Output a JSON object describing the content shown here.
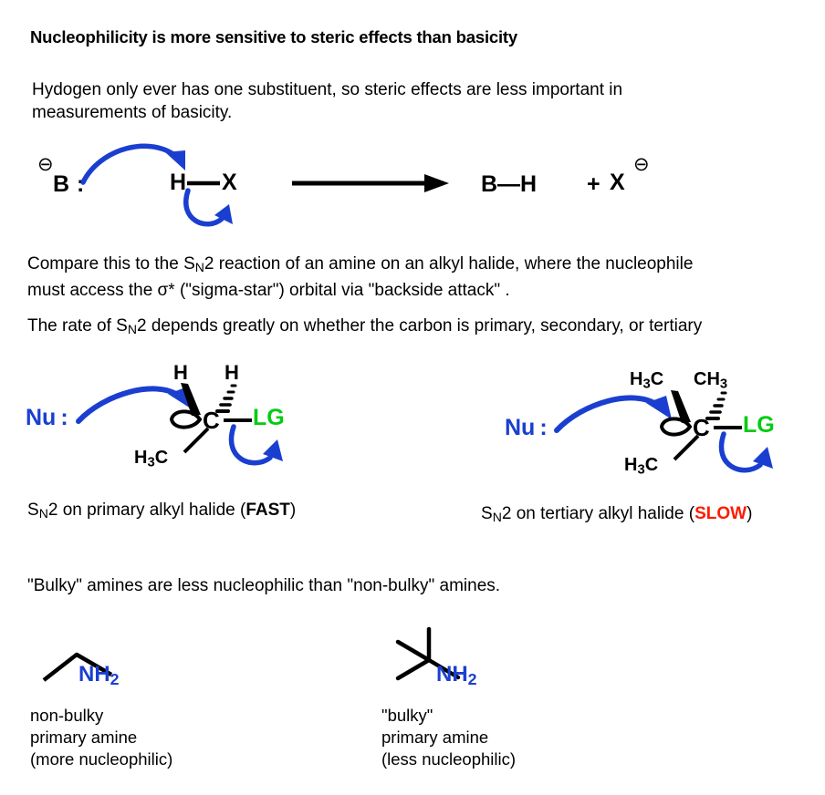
{
  "title": "Nucleophilicity is more sensitive to steric effects than basicity",
  "paragraphs": {
    "intro": "Hydogen only ever has one substituent, so steric effects are less important in\nmeasurements of basicity.",
    "bulky": "\"Bulky\" amines are less nucleophilic than \"non-bulky\" amines."
  },
  "compare": {
    "part1": "Compare this to the S",
    "sub_n": "N",
    "part2": "2 reaction of an amine on an alkyl halide, where the nucleophile",
    "part3": "must access the σ*  (\"sigma-star\") orbital via \"backside attack\" ."
  },
  "rate": {
    "part1": "The rate of S",
    "sub_n": "N",
    "part2": "2 depends greatly on whether the carbon is primary, secondary, or tertiary"
  },
  "scheme1": {
    "base_label": "B",
    "base_charge": "⊖",
    "lone_pair": ":",
    "h_label": "H",
    "x_label": "X",
    "product_bh": "B—H",
    "plus": "+",
    "product_x": "X",
    "product_x_charge": "⊖",
    "arrow": "reaction-arrow"
  },
  "sn2_primary": {
    "nucleophile": "Nu",
    "nucleophile_lone_pair": ":",
    "top_left": "H",
    "top_right": "H",
    "bottom_left_h3": "H",
    "bottom_left_sub": "3",
    "bottom_left_c": "C",
    "center": "C",
    "leaving_group": "LG",
    "caption_part1": "S",
    "caption_sub": "N",
    "caption_part2": "2 on primary alkyl halide (",
    "caption_emph": "FAST",
    "caption_part3": ")"
  },
  "sn2_tertiary": {
    "nucleophile": "Nu",
    "nucleophile_lone_pair": ":",
    "top_left_h3": "H",
    "top_left_sub": "3",
    "top_left_c": "C",
    "top_right_c": "CH",
    "top_right_sub": "3",
    "bottom_left_h3": "H",
    "bottom_left_sub": "3",
    "bottom_left_c": "C",
    "center": "C",
    "leaving_group": "LG",
    "caption_part1": "S",
    "caption_sub": "N",
    "caption_part2": "2 on tertiary alkyl halide (",
    "caption_emph": "SLOW",
    "caption_part3": ")"
  },
  "amines": {
    "non_bulky": {
      "formula_n": "NH",
      "formula_sub": "2",
      "caption": "non-bulky\nprimary amine\n(more nucleophilic)"
    },
    "bulky": {
      "formula_n": "NH",
      "formula_sub": "2",
      "caption": "\"bulky\"\nprimary amine\n(less nucleophilic)"
    }
  },
  "colors": {
    "blue": "#1a3fd0",
    "green": "#00cc11",
    "red": "#ff1a00",
    "black": "#000000"
  }
}
